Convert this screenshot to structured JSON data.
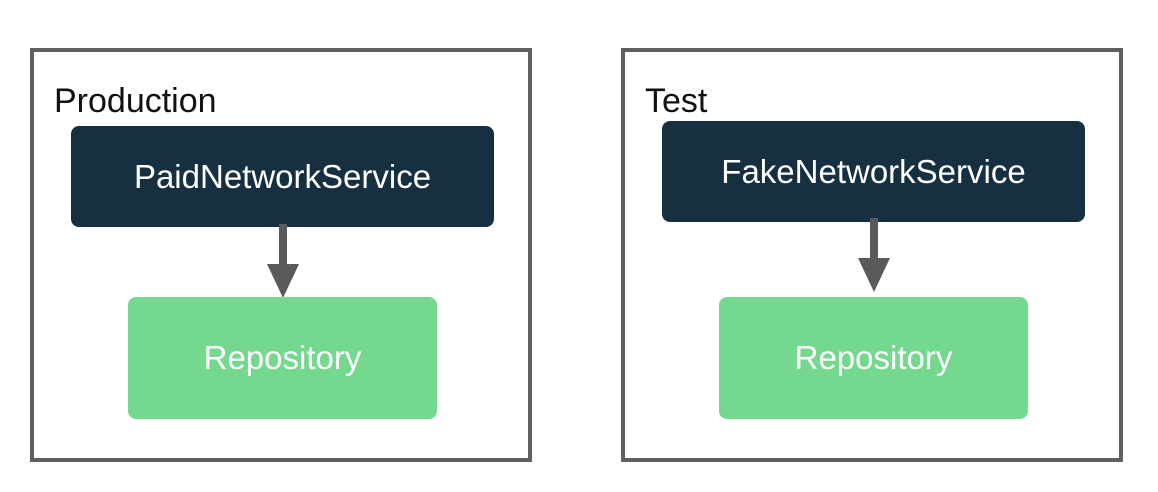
{
  "panels": [
    {
      "label": "Production",
      "service": "PaidNetworkService",
      "repository": "Repository"
    },
    {
      "label": "Test",
      "service": "FakeNetworkService",
      "repository": "Repository"
    }
  ],
  "colors": {
    "frame_border": "#5f5f5f",
    "service_fill": "#163042",
    "repository_fill": "#74d98f",
    "arrow": "#5a5a5a",
    "box_text": "#ffffff",
    "label_text": "#111111"
  }
}
